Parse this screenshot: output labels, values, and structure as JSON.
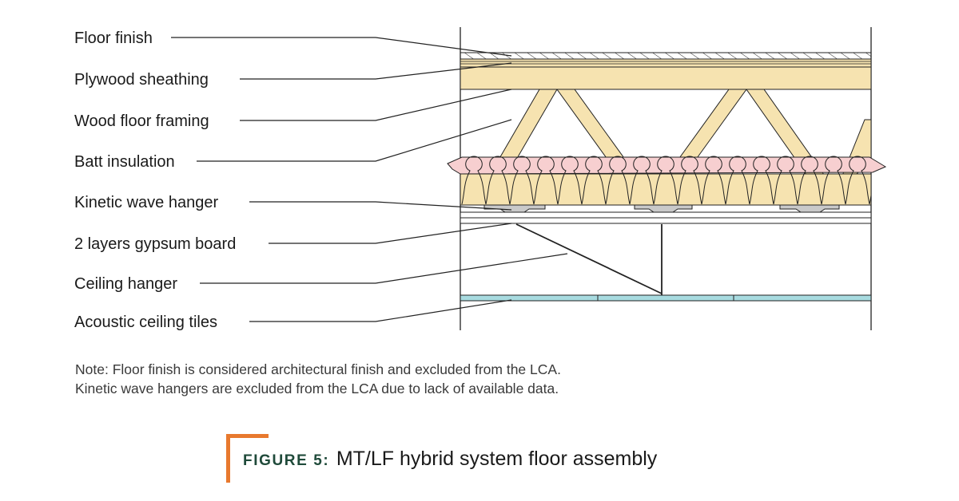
{
  "labels": [
    "Floor finish",
    "Plywood sheathing",
    "Wood floor framing",
    "Batt insulation",
    "Kinetic wave hanger",
    "2 layers gypsum board",
    "Ceiling hanger",
    "Acoustic ceiling tiles"
  ],
  "notes": [
    "Note: Floor finish is considered architectural finish and excluded from the LCA.",
    "Kinetic wave hangers are excluded from the LCA due to lack of available data."
  ],
  "caption": {
    "prefix": "FIGURE 5:",
    "title": "MT/LF hybrid system floor assembly"
  },
  "colors": {
    "wood": "#f6e3b0",
    "insulation_top": "#f7cfd0",
    "insulation_bottom": "#f6e3b0",
    "ceiling_tile": "#a8dbe0",
    "hanger": "#c9c9c9",
    "accent": "#e8792e",
    "caption_green": "#1f4a3a"
  }
}
